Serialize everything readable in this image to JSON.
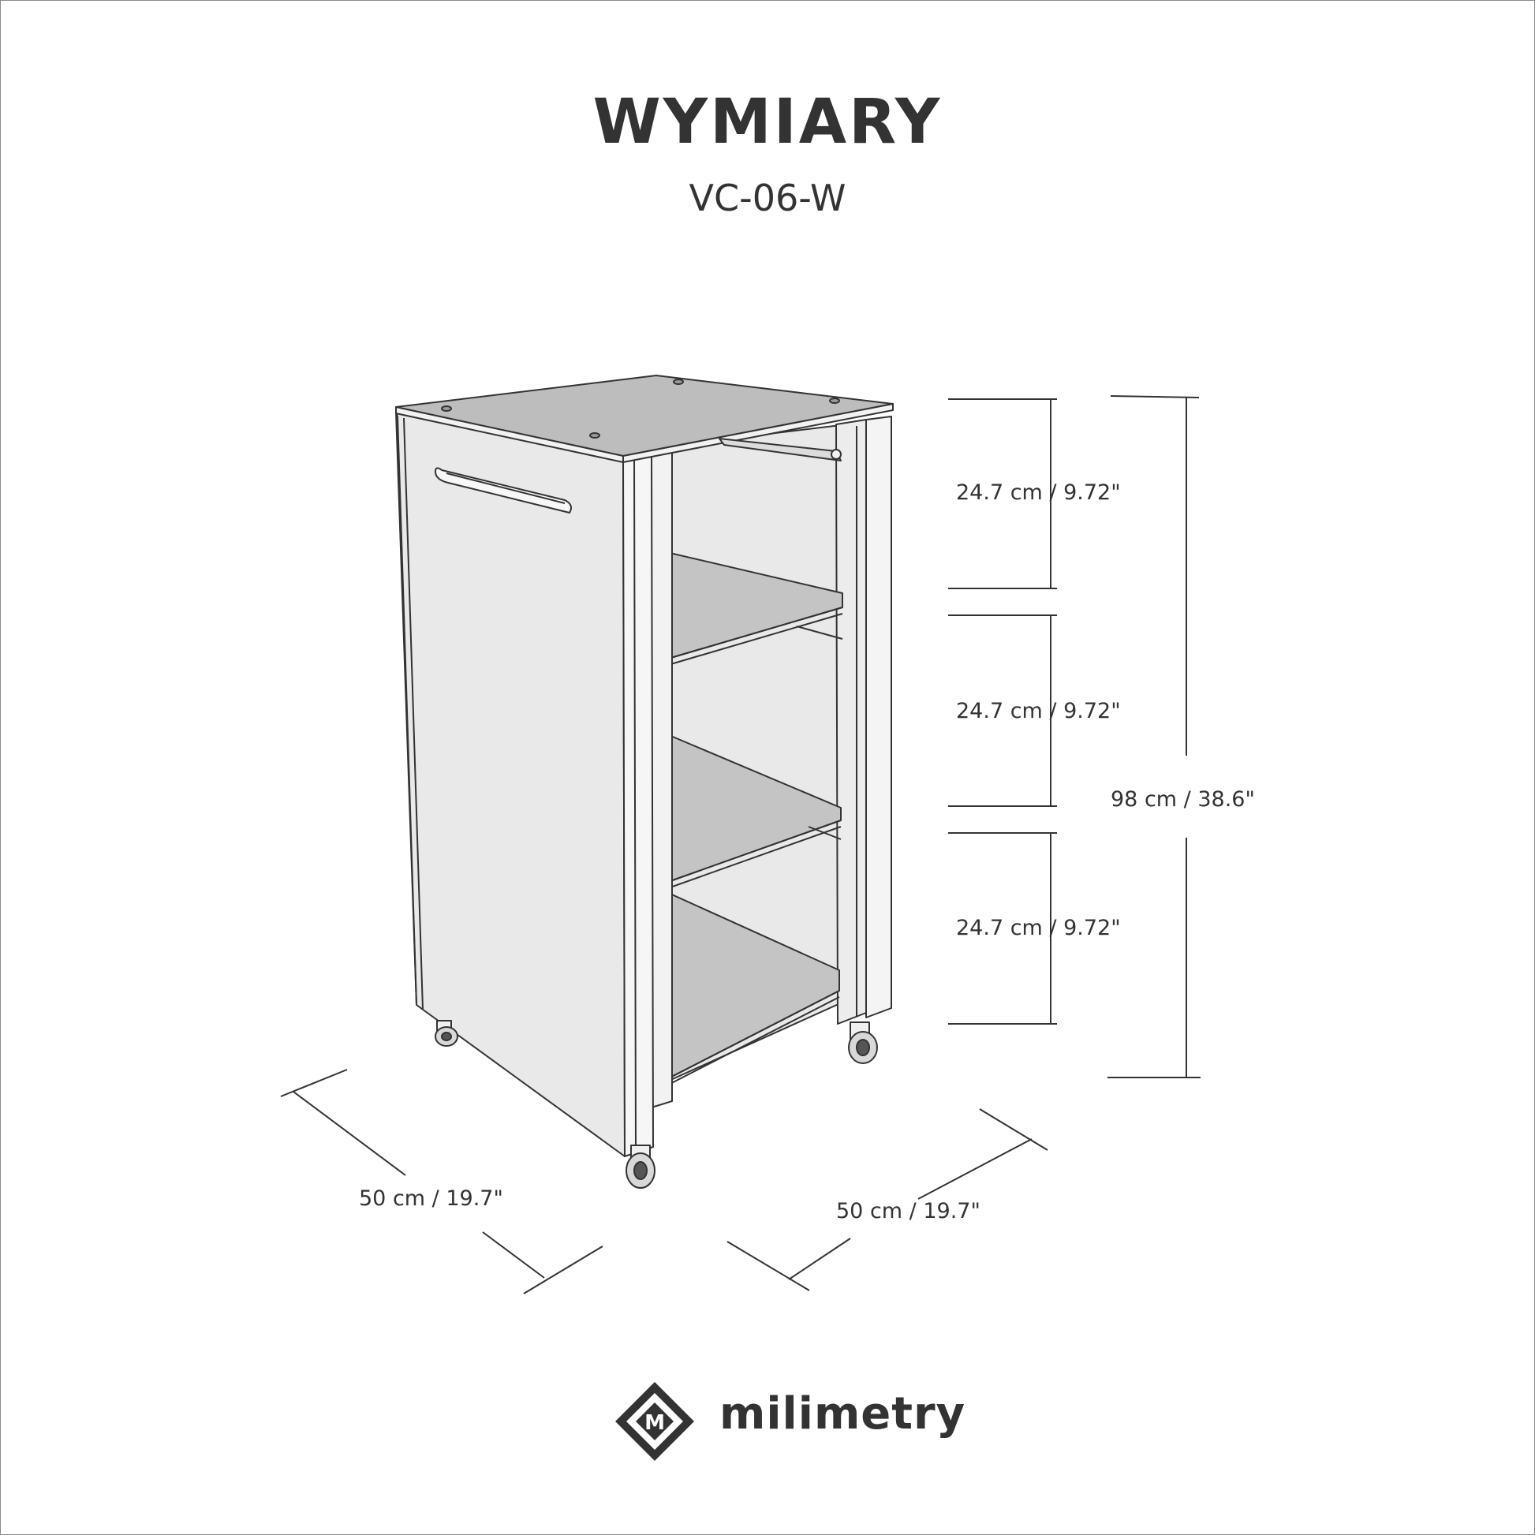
{
  "title": "WYMIARY",
  "subtitle": "VC-06-W",
  "dimensions": {
    "shelf_gap_1": "24.7 cm / 9.72\"",
    "shelf_gap_2": "24.7 cm / 9.72\"",
    "shelf_gap_3": "24.7 cm / 9.72\"",
    "total_height": "98 cm / 38.6\"",
    "depth": "50 cm / 19.7\"",
    "width": "50 cm / 19.7\""
  },
  "brand": {
    "name": "milimetry",
    "logo_letter": "M"
  },
  "colors": {
    "line": "#333333",
    "panel_light": "#e9e9e9",
    "shelf": "#c4c4c4",
    "top": "#bdbdbd",
    "frame": "#8a8a8a"
  }
}
